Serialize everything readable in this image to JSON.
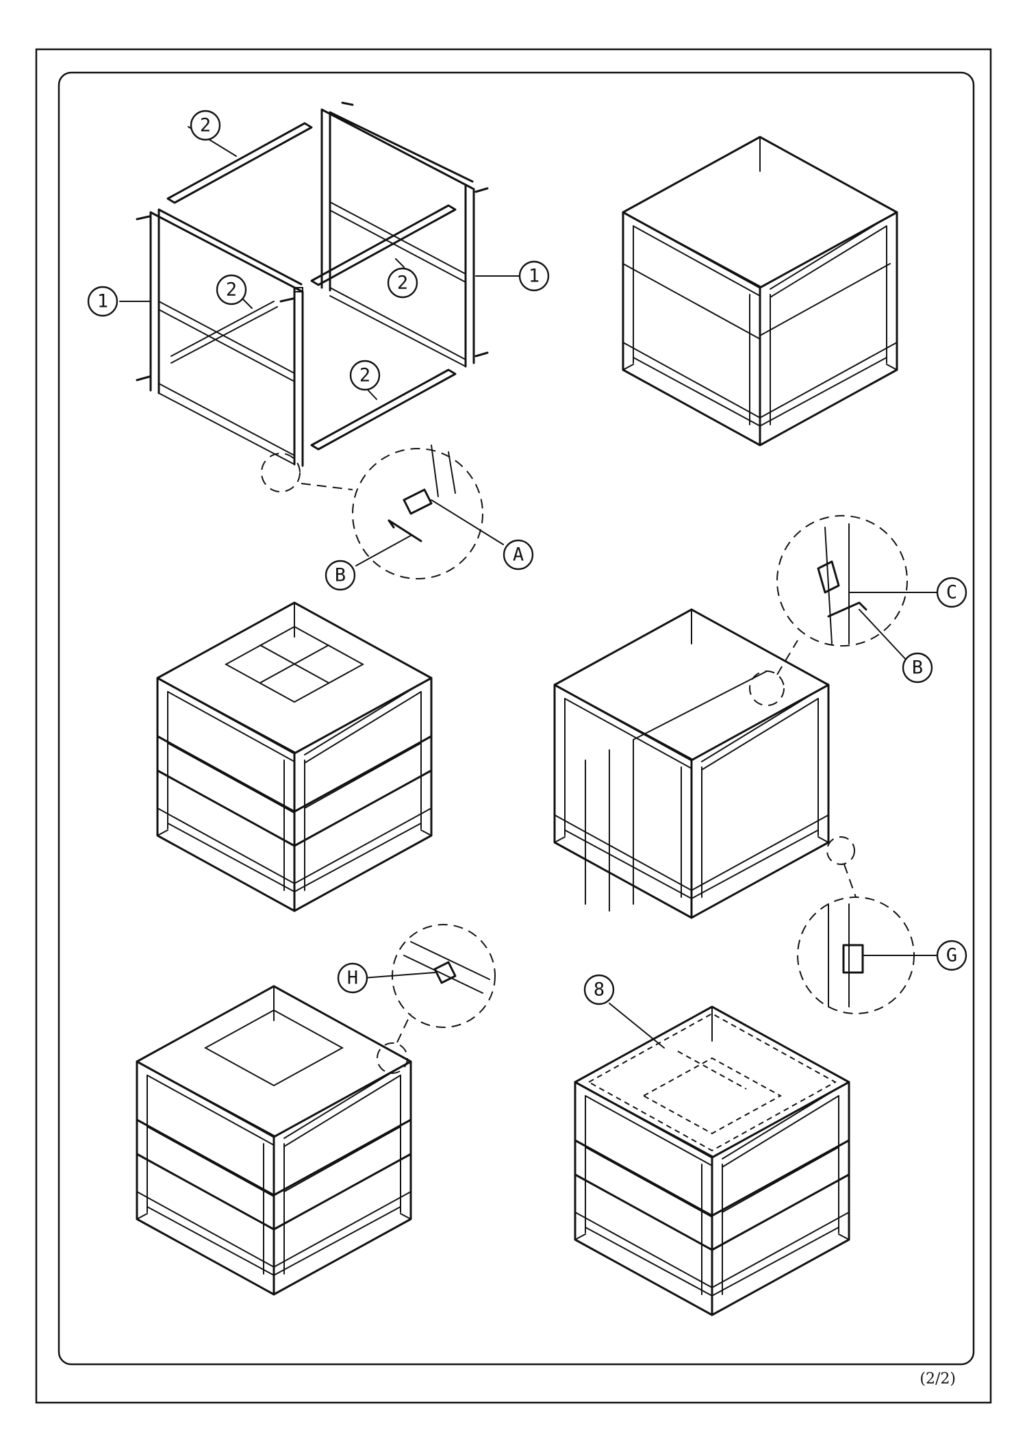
{
  "page": {
    "number_label": "(2/2)"
  },
  "callouts": {
    "part_1": "1",
    "part_2": "2",
    "hw_a": "A",
    "hw_b": "B",
    "hw_c": "C",
    "hw_g": "G",
    "hw_h": "H",
    "part_8": "8"
  },
  "steps": [
    {
      "id": "step-1",
      "parts": [
        "1",
        "2",
        "A",
        "B"
      ]
    },
    {
      "id": "step-2",
      "parts": []
    },
    {
      "id": "step-3",
      "parts": []
    },
    {
      "id": "step-4",
      "parts": [
        "C",
        "B",
        "G"
      ]
    },
    {
      "id": "step-5",
      "parts": [
        "H"
      ]
    },
    {
      "id": "step-6",
      "parts": [
        "8"
      ]
    }
  ]
}
